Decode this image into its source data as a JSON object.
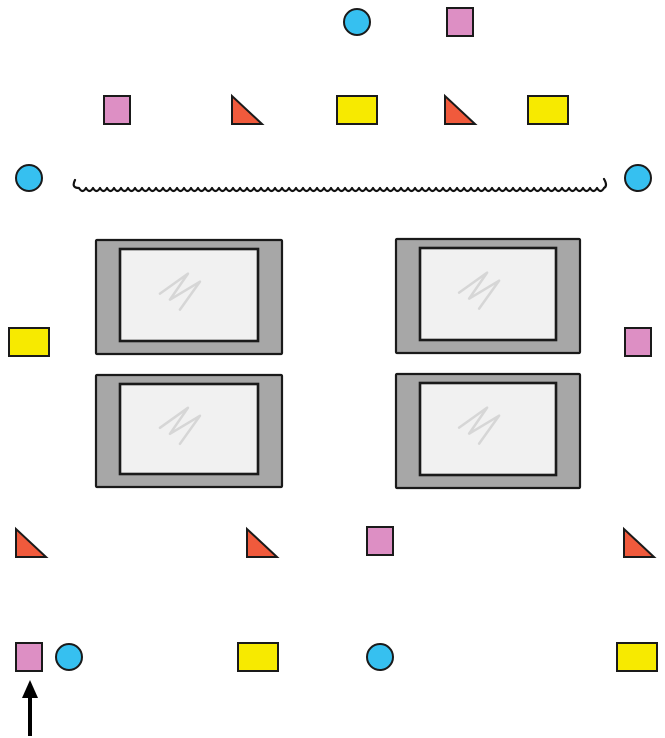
{
  "puzzle": {
    "colors": {
      "circle": "#36c0f0",
      "square": "#dd8fc4",
      "rectangle": "#f7ea00",
      "triangle": "#f05a3c",
      "outline": "#1a1a1a",
      "frame": "#a7a7a7",
      "glass": "#f1f1f1"
    },
    "shapes": [
      {
        "id": "circle-top",
        "type": "circle"
      },
      {
        "id": "square-top",
        "type": "square"
      },
      {
        "id": "square-row2-a",
        "type": "square"
      },
      {
        "id": "triangle-row2-a",
        "type": "triangle"
      },
      {
        "id": "rectangle-row2-a",
        "type": "rectangle"
      },
      {
        "id": "triangle-row2-b",
        "type": "triangle"
      },
      {
        "id": "rectangle-row2-b",
        "type": "rectangle"
      },
      {
        "id": "circle-left-upper",
        "type": "circle"
      },
      {
        "id": "circle-right-upper",
        "type": "circle"
      },
      {
        "id": "rectangle-left-middle",
        "type": "rectangle"
      },
      {
        "id": "square-right-middle",
        "type": "square"
      },
      {
        "id": "triangle-row5-a",
        "type": "triangle"
      },
      {
        "id": "triangle-row5-b",
        "type": "triangle"
      },
      {
        "id": "square-row5",
        "type": "square"
      },
      {
        "id": "triangle-row5-c",
        "type": "triangle"
      },
      {
        "id": "square-bottom-left",
        "type": "square"
      },
      {
        "id": "circle-bottom-a",
        "type": "circle"
      },
      {
        "id": "rectangle-bottom-a",
        "type": "rectangle"
      },
      {
        "id": "circle-bottom-b",
        "type": "circle"
      },
      {
        "id": "rectangle-bottom-b",
        "type": "rectangle"
      }
    ],
    "windows": 4,
    "start_marker": "arrow-up-icon",
    "divider": "squiggle-line"
  }
}
